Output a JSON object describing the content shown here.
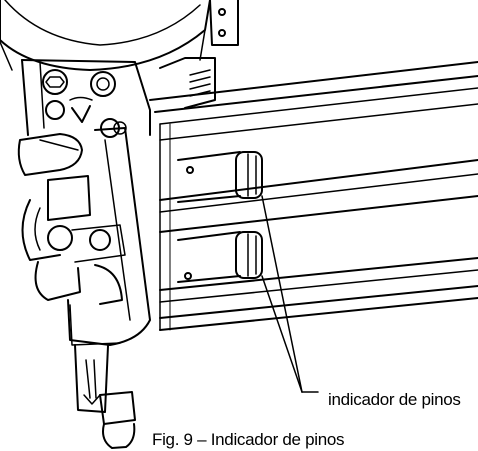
{
  "figure": {
    "callout_label": "indicador de pinos",
    "caption": "Fig. 9 – Indicador de pinos",
    "icon": "nail-gun-magazine-illustration",
    "line_color": "#000000",
    "background_color": "#ffffff"
  }
}
